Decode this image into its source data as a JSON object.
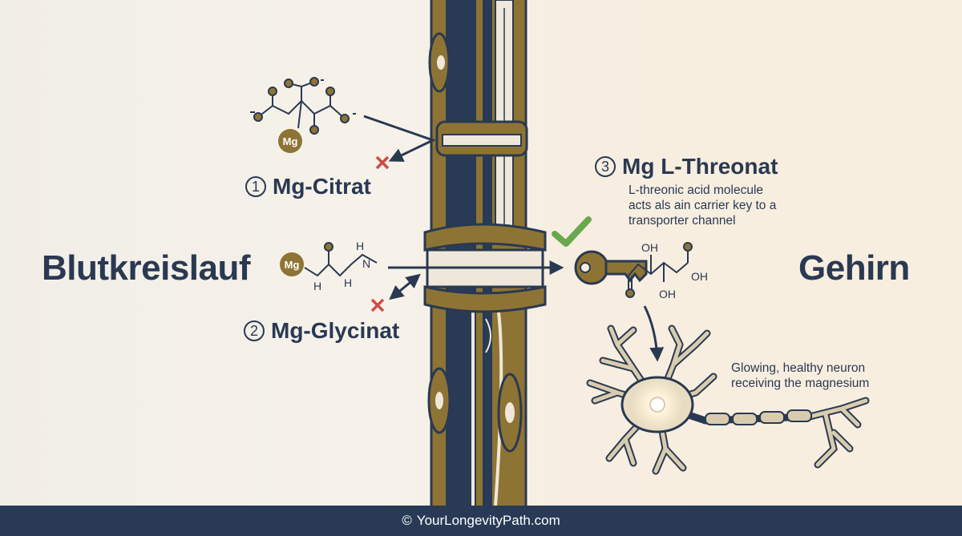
{
  "left_label": "Blutkreislauf",
  "right_label": "Gehirn",
  "compounds": [
    {
      "number": "1",
      "name": "Mg-Citrat"
    },
    {
      "number": "2",
      "name": "Mg-Glycinat"
    },
    {
      "number": "3",
      "name": "Mg L-Threonat"
    }
  ],
  "threonate_description": "L-threonic acid molecule acts als ain carrier key to a transporter channel",
  "neuron_description": "Glowing, healthy neuron receiving the magnesium",
  "mg_symbol": "Mg",
  "chem_labels": {
    "oh": "OH",
    "h": "H",
    "n": "N"
  },
  "footer": {
    "copyright_symbol": "©",
    "text": "YourLongevityPath.com"
  },
  "colors": {
    "navy": "#283a55",
    "gold": "#8e7434",
    "red": "#cf4b45",
    "green": "#6aa84f"
  }
}
